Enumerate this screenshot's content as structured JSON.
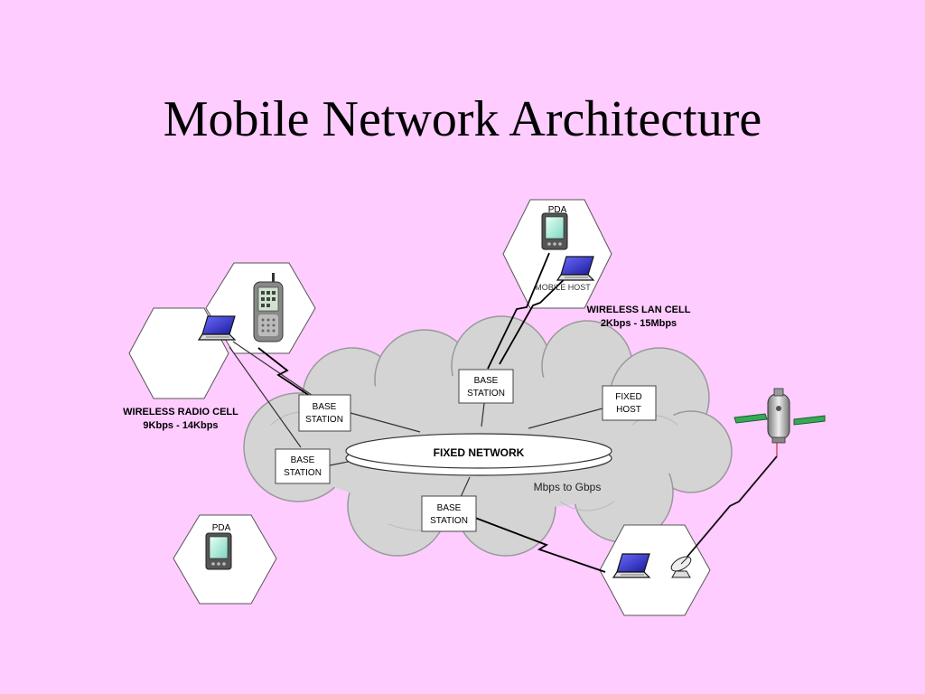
{
  "title": "Mobile Network Architecture",
  "diagram": {
    "fixed_network": "FIXED NETWORK",
    "speed_label": "Mbps to Gbps",
    "base_station_line1": "BASE",
    "base_station_line2": "STATION",
    "fixed_host_line1": "FIXED",
    "fixed_host_line2": "HOST",
    "wireless_lan": {
      "title": "WIRELESS LAN CELL",
      "rate": "2Kbps - 15Mbps"
    },
    "wireless_radio": {
      "title": "WIRELESS RADIO CELL",
      "rate": "9Kbps - 14Kbps"
    },
    "pda_label": "PDA",
    "mobile_host_label": "MOBILE HOST"
  },
  "colors": {
    "background": "#ffccff",
    "cloud": "#d9d9d9",
    "satellite_panel": "#33aa55",
    "screen": "#3333cc"
  }
}
